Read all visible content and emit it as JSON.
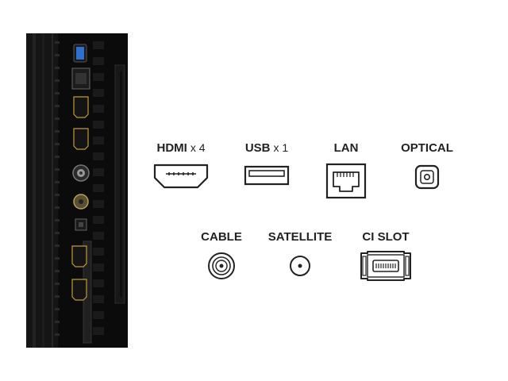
{
  "ports": {
    "hdmi": {
      "label": "HDMI",
      "count": "x 4"
    },
    "usb": {
      "label": "USB",
      "count": "x 1"
    },
    "lan": {
      "label": "LAN"
    },
    "optical": {
      "label": "OPTICAL"
    },
    "cable": {
      "label": "CABLE"
    },
    "satellite": {
      "label": "SATELLITE"
    },
    "ci_slot": {
      "label": "CI SLOT"
    }
  },
  "colors": {
    "tv_body": "#0b0b0b",
    "usb_port_accent": "#2f6fd0",
    "icon_stroke": "#222222"
  }
}
